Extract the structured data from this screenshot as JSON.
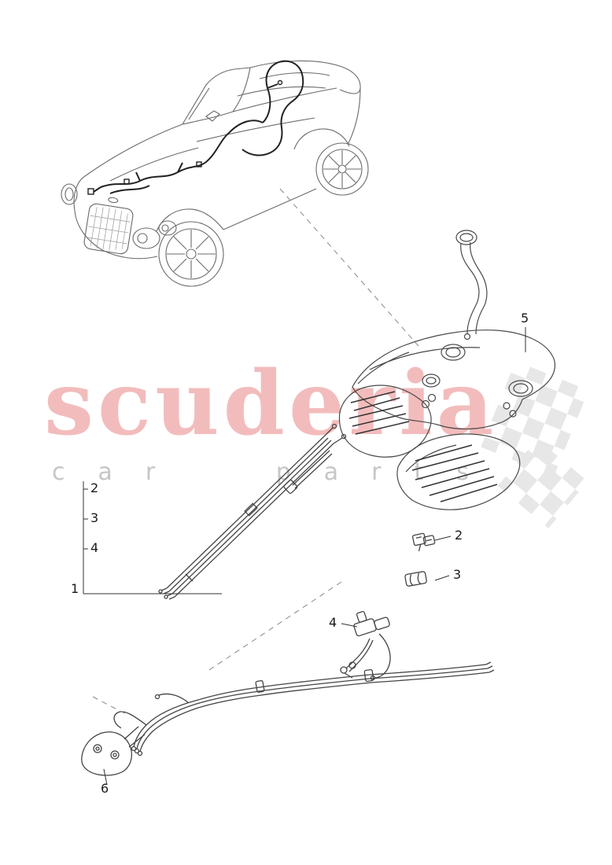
{
  "diagram": {
    "description": "fuel system - fuel lines and fuel tank parts diagram with vehicle outline",
    "background_color": "#ffffff",
    "outline_color": "#4a4a4a",
    "harness_color": "#222222"
  },
  "watermark": {
    "brand": "scuderia",
    "subtitle": "car parts",
    "brand_color": "#f2b5b5",
    "subtitle_color": "#c6c6c6",
    "flag_color": "#d0d0d0"
  },
  "callouts": {
    "group": {
      "labels": [
        "2",
        "3",
        "4"
      ],
      "assembly": "1"
    },
    "clip_upper": "2",
    "clip_lower": "3",
    "check_valve": "4",
    "fuel_tank": "5",
    "mount_bracket": "6"
  }
}
